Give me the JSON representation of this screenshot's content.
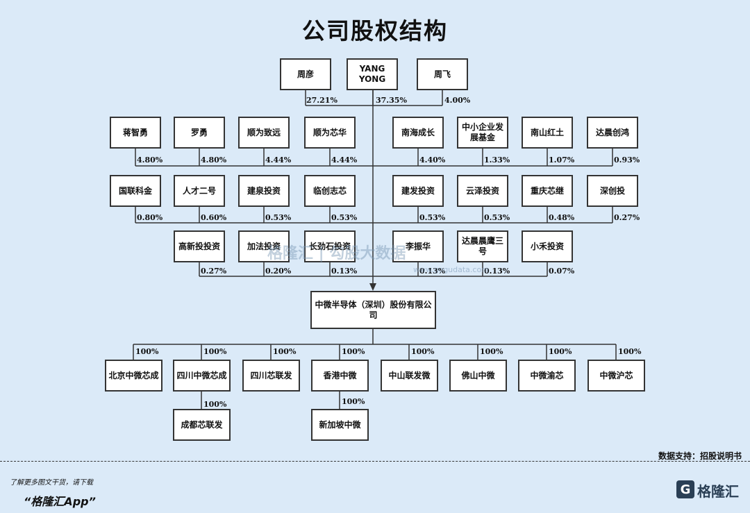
{
  "title": "公司股权结构",
  "top_shareholders": [
    {
      "name": "周彦",
      "pct": "27.21%"
    },
    {
      "name": "YANG YONG",
      "pct": "37.35%"
    },
    {
      "name": "周飞",
      "pct": "4.00%"
    }
  ],
  "row1": [
    {
      "name": "蒋智勇",
      "pct": "4.80%"
    },
    {
      "name": "罗勇",
      "pct": "4.80%"
    },
    {
      "name": "顺为致远",
      "pct": "4.44%"
    },
    {
      "name": "顺为芯华",
      "pct": "4.44%"
    },
    {
      "name": "南海成长",
      "pct": "4.40%"
    },
    {
      "name": "中小企业发展基金",
      "pct": "1.33%"
    },
    {
      "name": "南山红土",
      "pct": "1.07%"
    },
    {
      "name": "达晨创鸿",
      "pct": "0.93%"
    }
  ],
  "row2": [
    {
      "name": "国联科金",
      "pct": "0.80%"
    },
    {
      "name": "人才二号",
      "pct": "0.60%"
    },
    {
      "name": "建泉投资",
      "pct": "0.53%"
    },
    {
      "name": "临创志芯",
      "pct": "0.53%"
    },
    {
      "name": "建发投资",
      "pct": "0.53%"
    },
    {
      "name": "云泽投资",
      "pct": "0.53%"
    },
    {
      "name": "重庆芯继",
      "pct": "0.48%"
    },
    {
      "name": "深创投",
      "pct": "0.27%"
    }
  ],
  "row3": [
    {
      "name": "高新投投资",
      "pct": "0.27%"
    },
    {
      "name": "加法投资",
      "pct": "0.20%"
    },
    {
      "name": "长劲石投资",
      "pct": "0.13%"
    },
    {
      "name": "李振华",
      "pct": "0.13%"
    },
    {
      "name": "达晨晨鹰三号",
      "pct": "0.13%"
    },
    {
      "name": "小禾投资",
      "pct": "0.07%"
    }
  ],
  "company": "中微半导体（深圳）股份有限公司",
  "subsidiaries": [
    {
      "name": "北京中微芯成",
      "pct": "100%"
    },
    {
      "name": "四川中微芯成",
      "pct": "100%"
    },
    {
      "name": "四川芯联发",
      "pct": "100%"
    },
    {
      "name": "香港中微",
      "pct": "100%"
    },
    {
      "name": "中山联发微",
      "pct": "100%"
    },
    {
      "name": "佛山中微",
      "pct": "100%"
    },
    {
      "name": "中微渝芯",
      "pct": "100%"
    },
    {
      "name": "中微沪芯",
      "pct": "100%"
    }
  ],
  "sub_subsidiaries": [
    {
      "name": "成都芯联发",
      "pct": "100%"
    },
    {
      "name": "新加坡中微",
      "pct": "100%"
    }
  ],
  "watermark": "格隆汇 | 勾股大数据",
  "watermark_url": "www.gogudata.com",
  "source": "数据支持：招股说明书",
  "footer_hint": "了解更多图文干货，请下载",
  "footer_app": "“格隆汇App”",
  "brand_icon": "G",
  "brand_name": "格隆汇"
}
